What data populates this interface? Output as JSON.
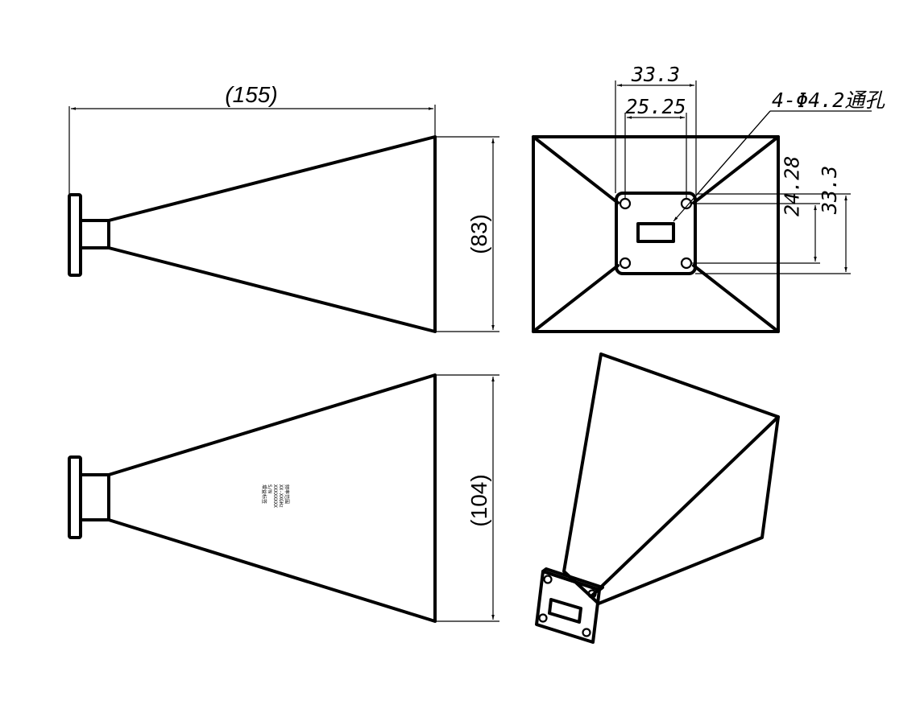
{
  "dimensions": {
    "total_length": "(155)",
    "height_side": "(83)",
    "height_top": "(104)",
    "flange_outer": "33.3",
    "flange_inner": "25.25",
    "flange_outer_vertical": "33.3",
    "flange_inner_vertical": "24.28",
    "hole_callout": "4-Φ4.2通孔"
  },
  "nameplate": {
    "lines": [
      "频率范围",
      "XX-XXGHz",
      "XXXXXXXX",
      "S/N",
      "增益标签"
    ]
  },
  "colors": {
    "line": "#000000",
    "background": "#ffffff"
  }
}
